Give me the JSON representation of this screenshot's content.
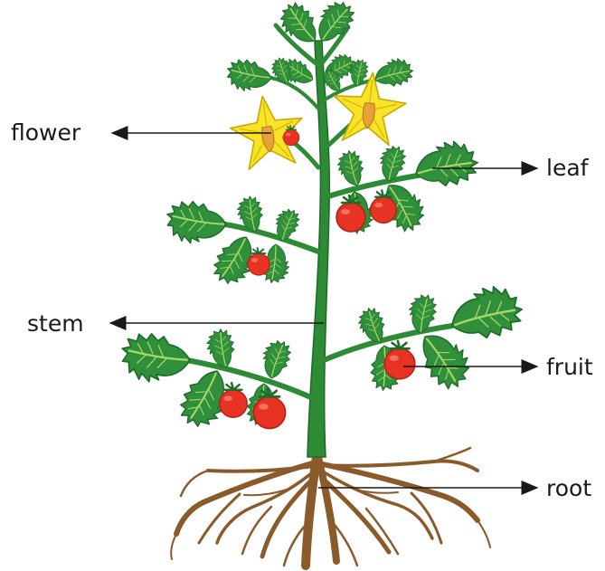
{
  "labels": {
    "flower": "flower",
    "leaf": "leaf",
    "stem": "stem",
    "fruit": "fruit",
    "root": "root"
  },
  "colors": {
    "leaf": "#2f8f3a",
    "leaf_dark": "#1e6b2a",
    "leaf_vein": "#a8d86a",
    "stem": "#2d8a35",
    "stem_dark": "#1f6a28",
    "flower": "#f7e328",
    "flower_edge": "#c9a800",
    "flower_center": "#e5a13c",
    "fruit": "#e63323",
    "fruit_dark": "#b51f14",
    "root": "#8b5a2b",
    "root_dark": "#6b4120",
    "arrow": "#1a1a1a"
  }
}
